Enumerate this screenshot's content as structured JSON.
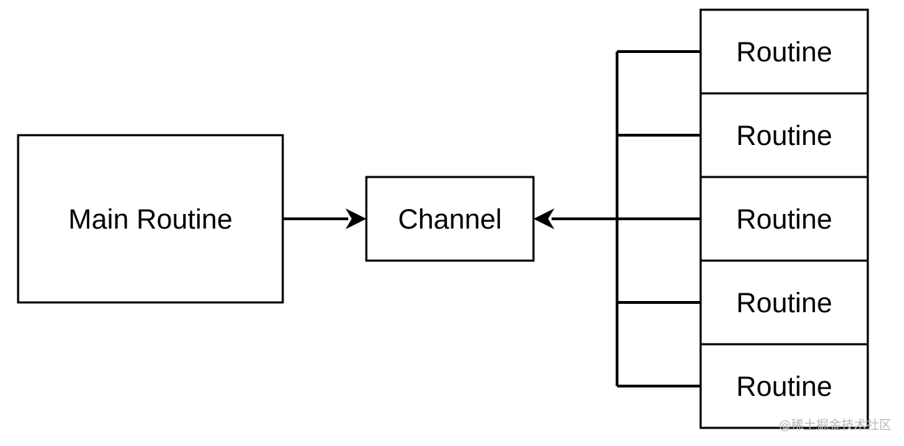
{
  "diagram": {
    "main_node": {
      "label": "Main Routine"
    },
    "channel_node": {
      "label": "Channel"
    },
    "routine_nodes": [
      {
        "label": "Routine"
      },
      {
        "label": "Routine"
      },
      {
        "label": "Routine"
      },
      {
        "label": "Routine"
      },
      {
        "label": "Routine"
      }
    ]
  },
  "watermark": {
    "text": "@稀土掘金技术社区"
  },
  "colors": {
    "stroke": "#000000",
    "background": "#ffffff",
    "watermark": "#b8b8b8"
  }
}
